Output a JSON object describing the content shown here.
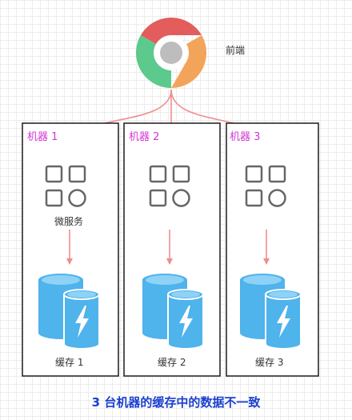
{
  "client": {
    "label": "前端",
    "icon": "chrome-browser-icon"
  },
  "machines": [
    {
      "label": "机器 1",
      "service_label": "微服务",
      "cache_label": "缓存 1"
    },
    {
      "label": "机器 2",
      "service_label": "",
      "cache_label": "缓存 2"
    },
    {
      "label": "机器 3",
      "service_label": "",
      "cache_label": "缓存 3"
    }
  ],
  "caption": "3 台机器的缓存中的数据不一致",
  "icons": {
    "service": "microservice-grid-icon",
    "cache": "cache-database-icon"
  },
  "colors": {
    "machine_label": "#d335d3",
    "arrow": "#ef8f8f",
    "cache": "#4fb3ec",
    "caption": "#1a3fcf"
  }
}
